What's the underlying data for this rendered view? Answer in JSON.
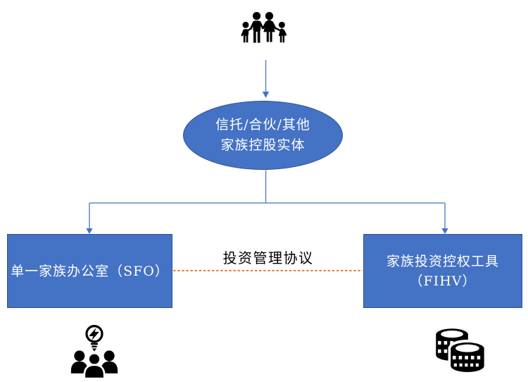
{
  "colors": {
    "shape_fill": "#4472C4",
    "shape_border": "#2F528F",
    "connector": "#5E88C9",
    "arrowhead": "#4472C4",
    "dashed_line": "#ED7D31",
    "icon": "#000000",
    "shape_text": "#FFFFFF",
    "label_text": "#000000",
    "background": "#FFFFFF"
  },
  "diagram": {
    "holding_entity": {
      "line1": "信托/合伙/其他",
      "line2": "家族控股实体"
    },
    "sfo_box": {
      "label": "单一家族办公室（SFO）"
    },
    "fihv_box": {
      "line1": "家族投资控权工具",
      "line2": "（FIHV）"
    },
    "agreement_label": "投资管理协议",
    "icons": {
      "top": "family-icon",
      "bottom_left": "team-idea-icon",
      "bottom_right": "coins-icon"
    }
  }
}
